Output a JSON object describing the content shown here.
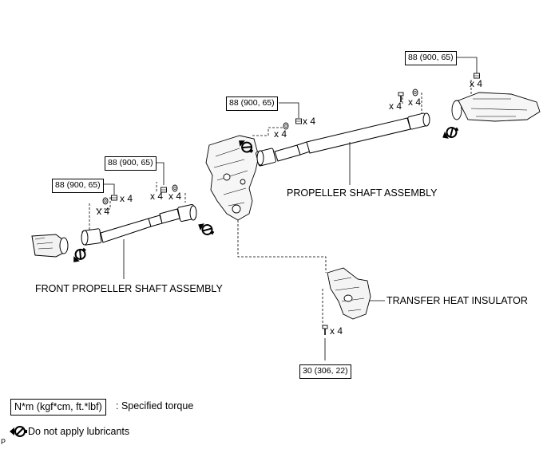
{
  "labels": {
    "propeller_shaft": "PROPELLER SHAFT ASSEMBLY",
    "front_propeller_shaft": "FRONT PROPELLER SHAFT ASSEMBLY",
    "transfer_heat_insulator": "TRANSFER HEAT INSULATOR"
  },
  "torque_specs": {
    "rear_flange_nut": "88 (900, 65)",
    "rear_shaft_front_nut": "88 (900, 65)",
    "front_shaft_rear_nut": "88 (900, 65)",
    "front_shaft_front_nut": "88 (900, 65)",
    "insulator_bolt": "30 (306, 22)"
  },
  "quantities": {
    "q1": "x 4",
    "q2": "x 4",
    "q3": "x 4",
    "q4": "x 4",
    "q5": "x 4",
    "q6": "x 4",
    "q7": "x 4",
    "q8": "x 4",
    "q9": "x 4",
    "q10": "x 4"
  },
  "legend": {
    "torque_unit": "N*m (kgf*cm, ft.*lbf)",
    "torque_desc": ": Specified torque",
    "no_lube_desc": "Do not apply lubricants"
  },
  "corner_mark": "P",
  "icons": [
    "no-lubricant-icon",
    "nut-icon",
    "washer-icon",
    "bolt-icon"
  ]
}
